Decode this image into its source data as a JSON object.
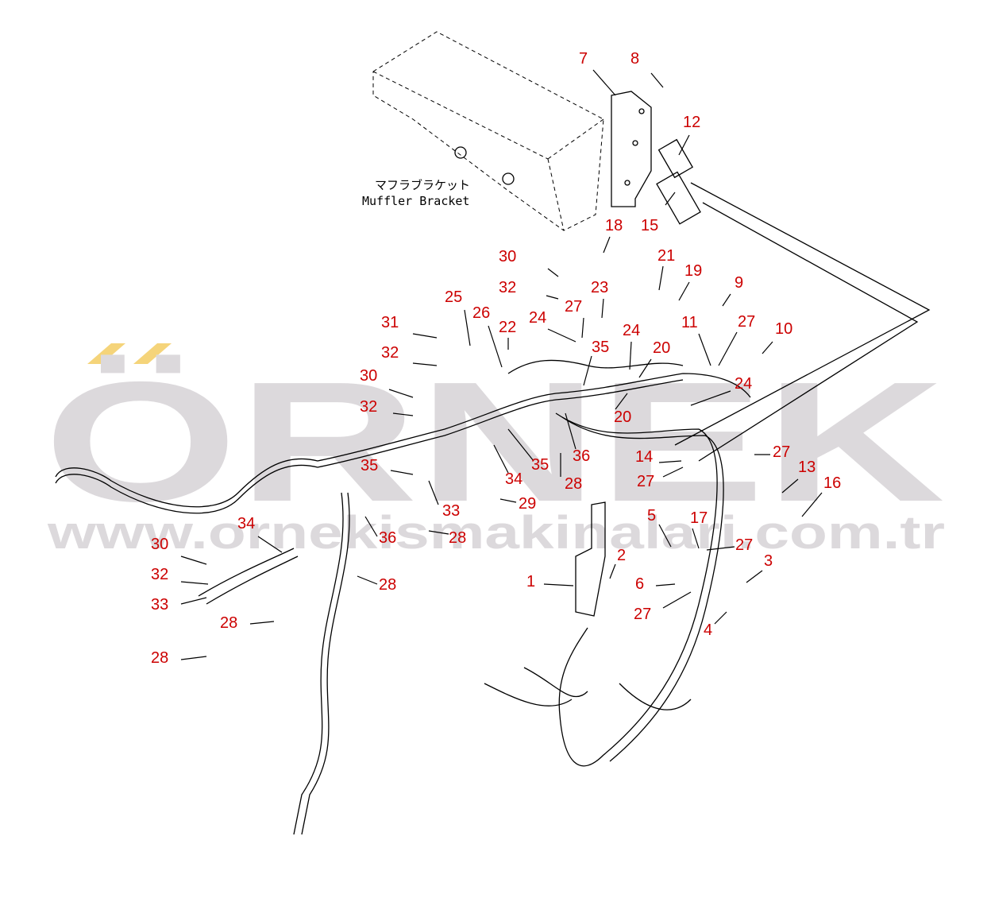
{
  "watermark": {
    "logo": "ÖRNEK",
    "url": "www.ornekismakinalari.com.tr",
    "accent": "#f5d47a",
    "color": "#dcd9dc"
  },
  "annotation": {
    "japanese": "マフラブラケット",
    "english": "Muffler Bracket"
  },
  "label_color": "#cc0000",
  "callouts": [
    "7",
    "8",
    "12",
    "18",
    "15",
    "30",
    "21",
    "19",
    "9",
    "32",
    "23",
    "25",
    "27",
    "11",
    "27",
    "31",
    "26",
    "22",
    "24",
    "24",
    "10",
    "35",
    "20",
    "32",
    "30",
    "24",
    "20",
    "32",
    "36",
    "27",
    "14",
    "35",
    "35",
    "34",
    "13",
    "28",
    "27",
    "16",
    "29",
    "33",
    "5",
    "17",
    "34",
    "36",
    "28",
    "27",
    "30",
    "2",
    "3",
    "32",
    "1",
    "6",
    "28",
    "33",
    "27",
    "4",
    "28",
    "28"
  ]
}
